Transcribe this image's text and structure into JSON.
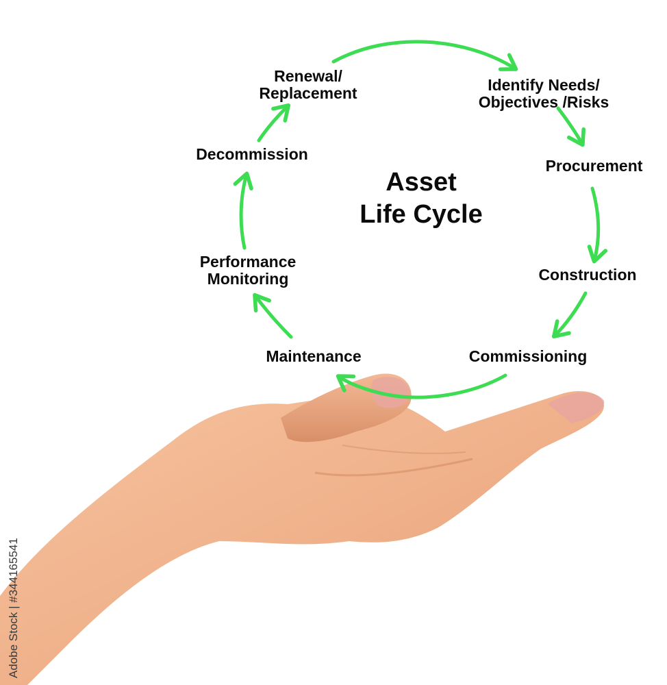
{
  "diagram": {
    "title_lines": [
      "Asset",
      "Life Cycle"
    ],
    "steps": [
      {
        "id": "renewal",
        "lines": [
          "Renewal/",
          "Replacement"
        ]
      },
      {
        "id": "identify",
        "lines": [
          "Identify Needs/",
          "Objectives /Risks"
        ]
      },
      {
        "id": "procurement",
        "lines": [
          "Procurement"
        ]
      },
      {
        "id": "construction",
        "lines": [
          "Construction"
        ]
      },
      {
        "id": "commissioning",
        "lines": [
          "Commissioning"
        ]
      },
      {
        "id": "maintenance",
        "lines": [
          "Maintenance"
        ]
      },
      {
        "id": "performance",
        "lines": [
          "Performance",
          "Monitoring"
        ]
      },
      {
        "id": "decommission",
        "lines": [
          "Decommission"
        ]
      }
    ],
    "arrow_color": "#3ddc52",
    "arrow_direction": "clockwise"
  },
  "watermark": "Adobe Stock | #344165541",
  "colors": {
    "text": "#0b0b0b",
    "background": "#ffffff",
    "skin": "#f0b48e",
    "skin_shadow": "#d88f68"
  }
}
